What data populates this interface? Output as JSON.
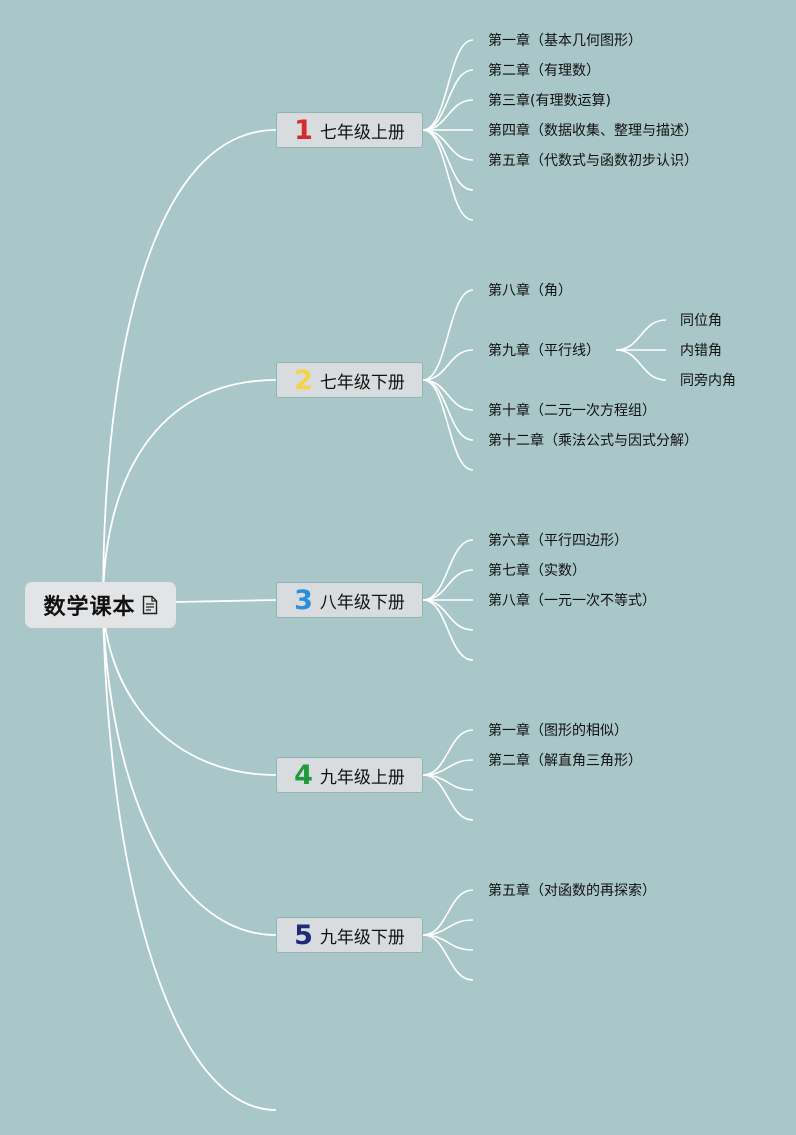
{
  "root": {
    "label": "数学课本",
    "icon": "document-icon"
  },
  "grades": [
    {
      "num": "1",
      "num_color": "#d42a2a",
      "label": "七年级上册",
      "chapters": [
        "第一章（基本几何图形）",
        "第二章（有理数）",
        "第三章(有理数运算)",
        "第四章（数据收集、整理与描述）",
        "第五章（代数式与函数初步认识）",
        "",
        ""
      ]
    },
    {
      "num": "2",
      "num_color": "#f2d44a",
      "label": "七年级下册",
      "chapters": [
        "第八章（角）",
        "第九章（平行线）",
        "第十章（二元一次方程组）",
        "第十二章（乘法公式与因式分解）",
        ""
      ]
    },
    {
      "num": "3",
      "num_color": "#2a8fd8",
      "label": "八年级下册",
      "chapters": [
        "第六章（平行四边形）",
        "第七章（实数）",
        "第八章（一元一次不等式）",
        "",
        ""
      ]
    },
    {
      "num": "4",
      "num_color": "#1f9a3a",
      "label": "九年级上册",
      "chapters": [
        "第一章（图形的相似）",
        "第二章（解直角三角形）",
        "",
        ""
      ]
    },
    {
      "num": "5",
      "num_color": "#1f2a7a",
      "label": "九年级下册",
      "chapters": [
        "第五章（对函数的再探索）",
        "",
        "",
        ""
      ]
    }
  ],
  "sub_topics": {
    "parent": "第九章（平行线）",
    "items": [
      "同位角",
      "内错角",
      "同旁内角"
    ]
  }
}
